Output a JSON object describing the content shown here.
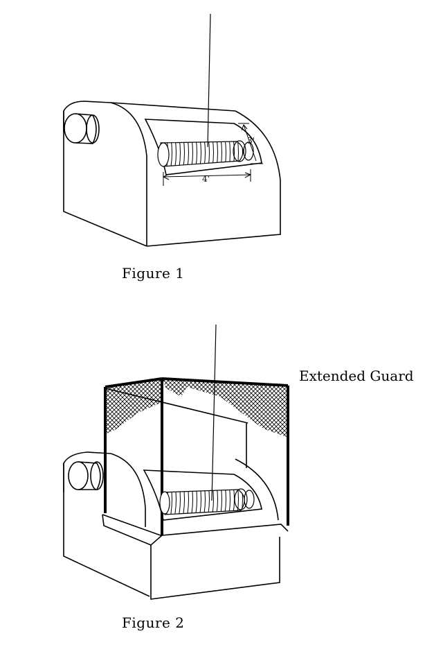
{
  "figure1": {
    "caption": "Figure 1",
    "dimensions": {
      "height": "3'",
      "width": "4'"
    }
  },
  "figure2": {
    "caption": "Figure 2",
    "guard_label": "Extended Guard"
  },
  "colors": {
    "ink": "#000000",
    "background": "#ffffff"
  }
}
